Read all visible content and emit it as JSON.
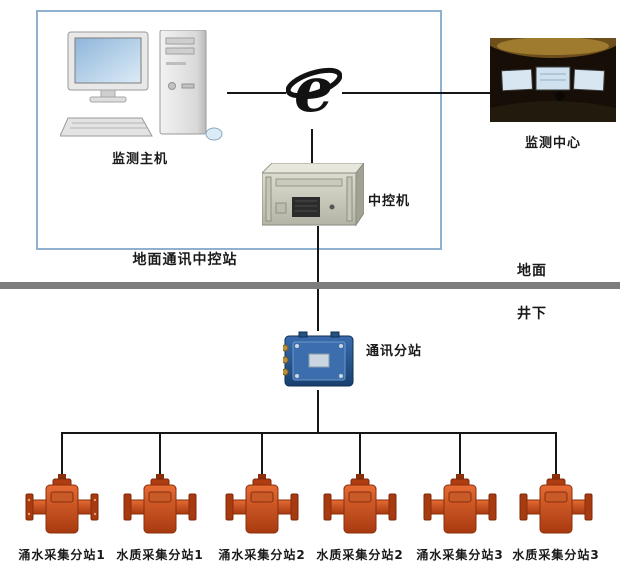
{
  "diagram": {
    "labels": {
      "ground_station": "地面通讯中控站",
      "monitor_host": "监测主机",
      "monitor_center": "监测中心",
      "central_controller": "中控机",
      "surface": "地面",
      "underground": "井下",
      "comm_substation": "通讯分站"
    },
    "devices": [
      {
        "label": "涌水采集分站1"
      },
      {
        "label": "水质采集分站1"
      },
      {
        "label": "涌水采集分站2"
      },
      {
        "label": "水质采集分站2"
      },
      {
        "label": "涌水采集分站3"
      },
      {
        "label": "水质采集分站3"
      }
    ],
    "colors": {
      "station_border": "#8fb0cf",
      "divider": "#7d7d7d",
      "substation_blue": "#2a5a9c",
      "device_orange": "#c64a1e",
      "line": "#161616"
    }
  }
}
